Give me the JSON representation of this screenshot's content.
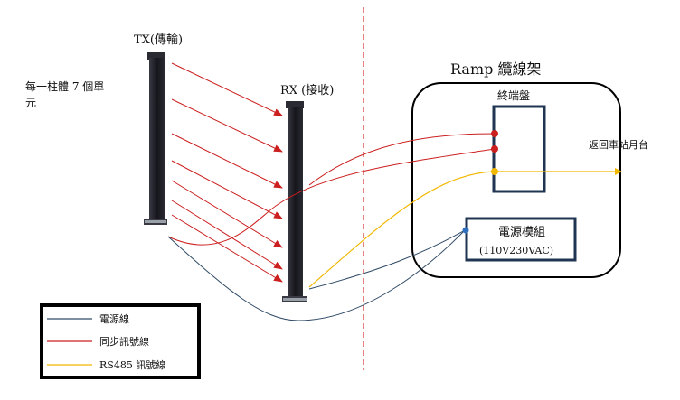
{
  "labels": {
    "tx": "TX(傳輸)",
    "rx": "RX (接收)",
    "beam_note_line1": "每一柱體 7 個單",
    "beam_note_line2": "元",
    "ramp_title": "Ramp 纜線架",
    "terminal": "終端盤",
    "return": "返回車站月台",
    "power_module_line1": "電源模組",
    "power_module_line2": "(110V230VAC)"
  },
  "legend": {
    "items": [
      {
        "label": "電源線",
        "color": "#2f4a66"
      },
      {
        "label": "同步訊號線",
        "color": "#cc1f1f"
      },
      {
        "label": "RS485 訊號線",
        "color": "#f2b800"
      }
    ]
  },
  "colors": {
    "power": "#2f4a66",
    "sync": "#cc1f1f",
    "rs485": "#f2b800",
    "pole": "#1c1c24",
    "divider": "#d23030",
    "frame": "#000000",
    "module_border": "#1f3552"
  }
}
